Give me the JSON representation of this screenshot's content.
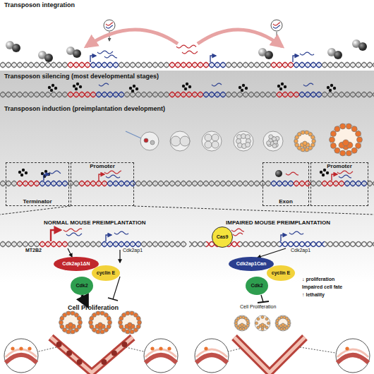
{
  "diagram": {
    "nodes": [
      {
        "text": [
          "Terminator"
        ]
      },
      {
        "text": [
          "Promoter"
        ]
      },
      {
        "text": [
          "Exon"
        ]
      },
      {
        "text": [
          "Promoter"
        ]
      },
      {
        "text": [
          "Cas9"
        ]
      },
      {
        "text": [
          "Cdk2ap1ΔN"
        ]
      },
      {
        "text": [
          "cyclin E"
        ]
      },
      {
        "text": [
          "Cdk2"
        ]
      },
      {
        "text": [
          "Cdk2ap1Can"
        ]
      },
      {
        "text": [
          "cyclin E"
        ]
      },
      {
        "text": [
          "Cdk2"
        ]
      }
    ],
    "labels": [
      "Transposon integration",
      "Transposon silencing (most developmental stages)",
      "Transposon induction (preimplantation development)",
      "NORMAL MOUSE PREIMPLANTATION",
      "IMPAIRED MOUSE PREIMPLANTATION",
      "MT2B2",
      "Cdk2ap1",
      "Cdk2ap1",
      "Cell Proliferation",
      "Cell Proliferation",
      "↓ proliferation",
      "Impaired cell fate",
      "↑ lethality"
    ]
  }
}
